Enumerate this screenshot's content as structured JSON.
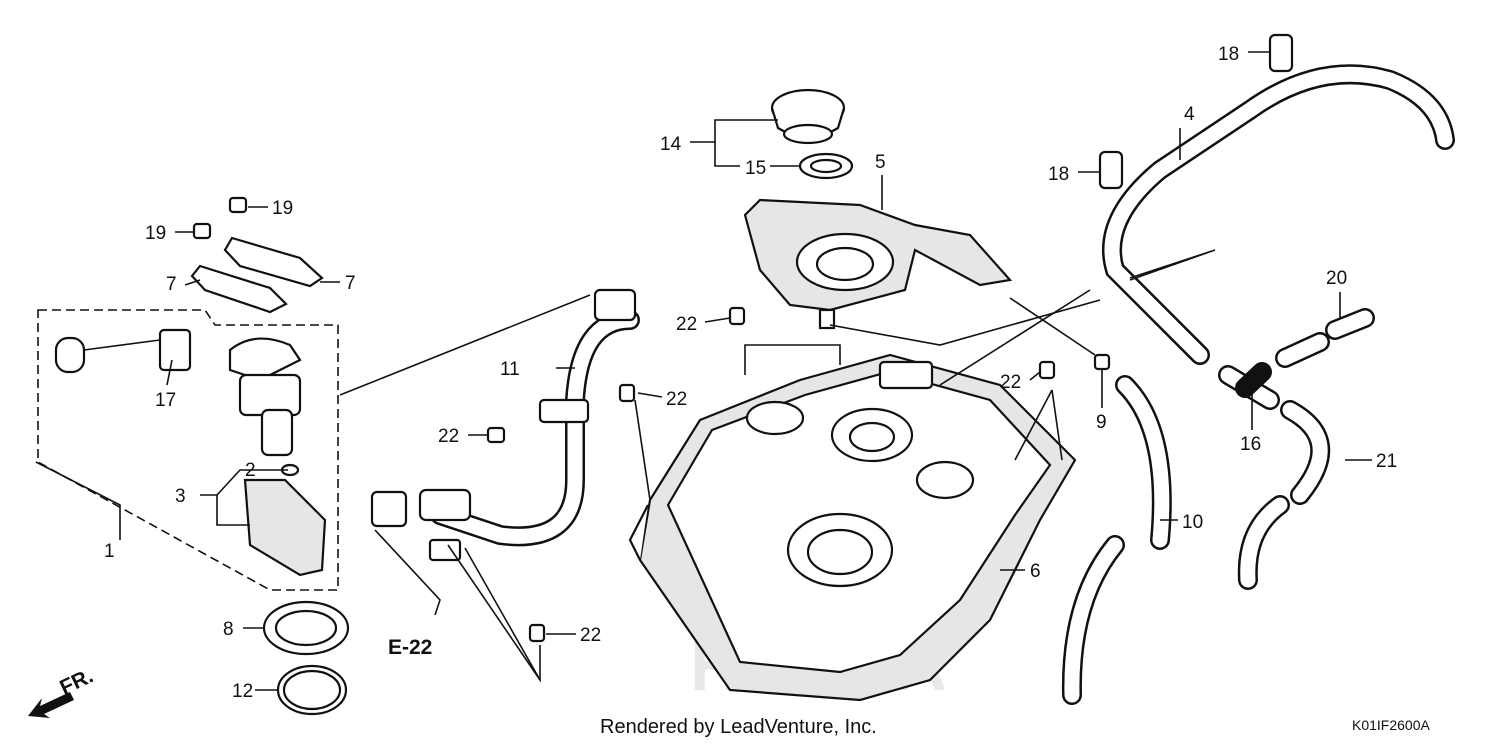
{
  "labels": {
    "l1": "1",
    "l2": "2",
    "l3": "3",
    "l4": "4",
    "l5": "5",
    "l6": "6",
    "l7a": "7",
    "l7b": "7",
    "l8": "8",
    "l9": "9",
    "l10": "10",
    "l11": "11",
    "l12": "12",
    "l14": "14",
    "l15": "15",
    "l16": "16",
    "l17": "17",
    "l18a": "18",
    "l18b": "18",
    "l19a": "19",
    "l19b": "19",
    "l20": "20",
    "l21": "21",
    "l22a": "22",
    "l22b": "22",
    "l22c": "22",
    "l22d": "22",
    "l22e": "22"
  },
  "reference": "E-22",
  "footer": {
    "credit": "Rendered by LeadVenture, Inc.",
    "code": "K01IF2600A",
    "direction": "FR."
  },
  "watermark": "HONDA"
}
